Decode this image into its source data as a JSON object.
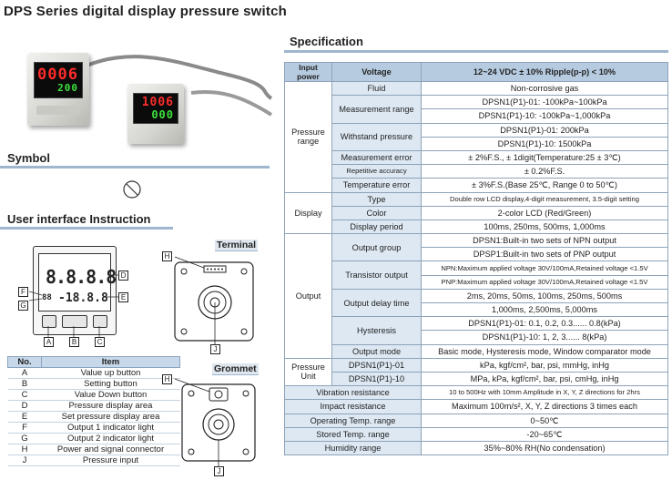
{
  "title": "DPS Series digital display pressure switch",
  "sections": {
    "symbol": "Symbol",
    "ui": "User interface Instruction",
    "spec": "Specification",
    "terminal": "Terminal",
    "grommet": "Grommet"
  },
  "photo": {
    "big_line1": "0006",
    "big_line2": "200",
    "small_line1": "1006",
    "small_line2": "000"
  },
  "ui_panel": {
    "main_digits": "8.8.8.8",
    "sub_digits": "-18.8.8",
    "sub_prefix": "88"
  },
  "callouts": [
    "A",
    "B",
    "C",
    "D",
    "E",
    "F",
    "G",
    "H",
    "J"
  ],
  "items": {
    "headers": [
      "No.",
      "Item"
    ],
    "rows": [
      [
        "A",
        "Value up button"
      ],
      [
        "B",
        "Setting button"
      ],
      [
        "C",
        "Value Down button"
      ],
      [
        "D",
        "Pressure display area"
      ],
      [
        "E",
        "Set pressure display area"
      ],
      [
        "F",
        "Output 1 indicator light"
      ],
      [
        "G",
        "Output 2 indicator light"
      ],
      [
        "H",
        "Power and signal connector"
      ],
      [
        "J",
        "Pressure input"
      ]
    ]
  },
  "spec": {
    "input_power": {
      "cat": "Input power",
      "sub": "Voltage",
      "val": "12~24 VDC ± 10%  Ripple(p-p) < 10%"
    },
    "pressure_range": {
      "cat": "Pressure range",
      "fluid": "Fluid",
      "fluid_val": "Non-corrosive gas",
      "measurement": "Measurement range",
      "measurement_1": "DPSN1(P1)-01: -100kPa~100kPa",
      "measurement_2": "DPSN1(P1)-10: -100kPa~1,000kPa",
      "withstand": "Withstand pressure",
      "withstand_1": "DPSN1(P1)-01: 200kPa",
      "withstand_2": "DPSN1(P1)-10: 1500kPa",
      "meas_error": "Measurement error",
      "meas_error_val": "± 2%F.S.,  ± 1digit(Temperature:25 ± 3℃)",
      "repeat": "Repetitive accuracy",
      "repeat_val": "± 0.2%F.S.",
      "temp_error": "Temperature error",
      "temp_error_val": "± 3%F.S.(Base 25℃,  Range 0 to 50℃)"
    },
    "display": {
      "cat": "Display",
      "type": "Type",
      "type_val": "Double row LCD display,4-digit measurement, 3.5-digit setting",
      "color": "Color",
      "color_val": "2-color LCD (Red/Green)",
      "period": "Display period",
      "period_val": "100ms,  250ms,  500ms,  1,000ms"
    },
    "output": {
      "cat": "Output",
      "group": "Output group",
      "group_1": "DPSN1:Built-in two sets of NPN output",
      "group_2": "DPSP1:Built-in two sets of PNP output",
      "transistor": "Transistor output",
      "transistor_1": "NPN:Maximum applied voltage 30V/100mA,Retained voltage <1.5V",
      "transistor_2": "PNP:Maximum applied voltage 30V/100mA,Retained voltage <1.5V",
      "delay": "Output delay time",
      "delay_1": "2ms,  20ms,  50ms,  100ms,  250ms,  500ms",
      "delay_2": "1,000ms,  2,500ms,  5,000ms",
      "hyst": "Hysteresis",
      "hyst_1": "DPSN1(P1)-01: 0.1,  0.2,  0.3...... 0.8(kPa)",
      "hyst_2": "DPSN1(P1)-10: 1,  2,  3...... 8(kPa)",
      "mode": "Output mode",
      "mode_val": "Basic mode, Hysteresis mode, Window comparator mode"
    },
    "unit": {
      "cat": "Pressure Unit",
      "m01": "DPSN1(P1)-01",
      "m01_val": "kPa,  kgf/cm²,  bar,  psi,  mmHg,  inHg",
      "m10": "DPSN1(P1)-10",
      "m10_val": "MPa,  kPa,  kgf/cm²,  bar,  psi,  cmHg,  inHg"
    },
    "vibration": {
      "label": "Vibration resistance",
      "val": "10 to 500Hz with 10mm Amplitude in X, Y, Z directions for 2hrs"
    },
    "impact": {
      "label": "Impact resistance",
      "val": "Maximum 100m/s²,  X, Y, Z directions 3 times each"
    },
    "op_temp": {
      "label": "Operating Temp. range",
      "val": "0~50℃"
    },
    "st_temp": {
      "label": "Stored Temp. range",
      "val": "-20~65℃"
    },
    "humidity": {
      "label": "Humidity range",
      "val": "35%~80% RH(No condensation)"
    }
  },
  "colors": {
    "header_fill": "#b6cbe0",
    "sub_fill": "#dde8f3",
    "rule": "#9fb6cf",
    "lcd_red": "#ff2c2c",
    "lcd_green": "#3be23b"
  }
}
